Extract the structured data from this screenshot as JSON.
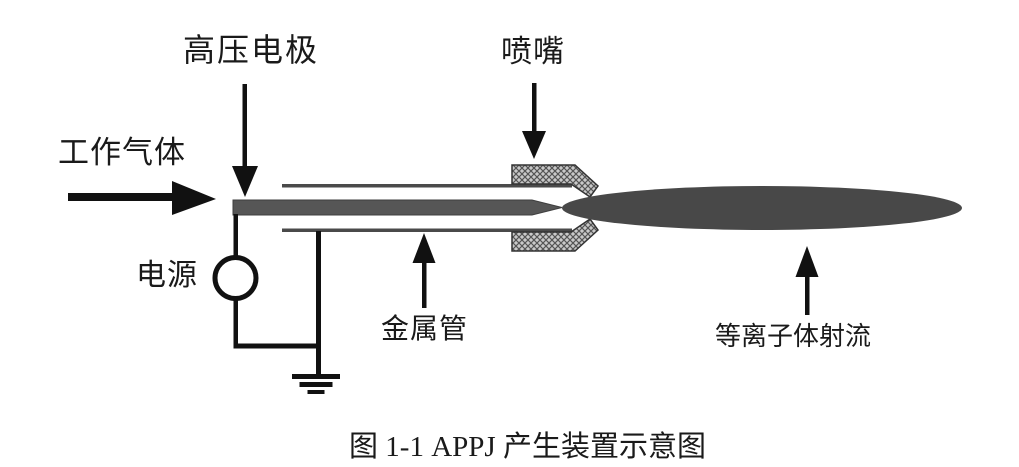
{
  "figure": {
    "caption": "图 1-1 APPJ 产生装置示意图",
    "labels": {
      "working_gas": "工作气体",
      "hv_electrode": "高压电极",
      "nozzle": "喷嘴",
      "power_supply": "电源",
      "metal_tube": "金属管",
      "plasma_jet": "等离子体射流"
    },
    "colors": {
      "line": "#111111",
      "electrode": "#565656",
      "tube_wall": "#4a4a4a",
      "plasma": "#484848",
      "nozzle_hatch_bg": "#c9c9c9",
      "nozzle_hatch_line": "#555555",
      "background": "#ffffff",
      "text": "#1a1a1a",
      "power_circle_fill": "#ffffff"
    }
  }
}
